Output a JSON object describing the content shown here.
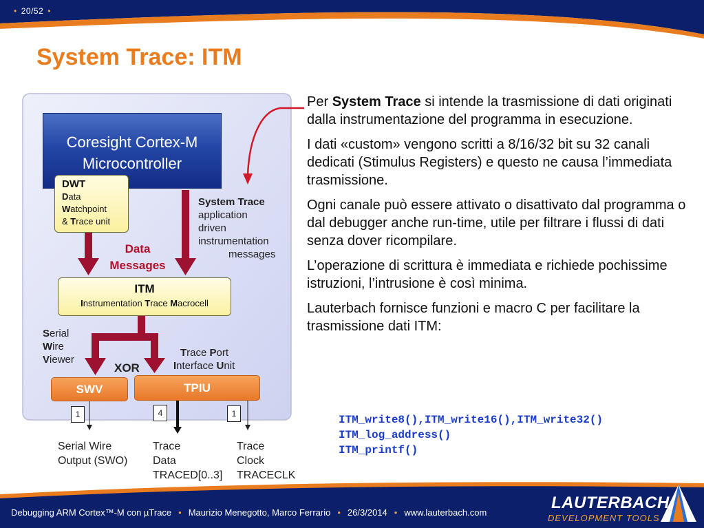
{
  "header": {
    "page_current": "20",
    "page_separator": "/",
    "page_total": "52"
  },
  "title": "System Trace: ITM",
  "chart_data": {
    "type": "diagram",
    "blocks": {
      "coresight_line1": "Coresight Cortex-M",
      "coresight_line2": "Microcontroller",
      "dwt_title": "DWT",
      "dwt_l1_b": "D",
      "dwt_l1_r": "ata",
      "dwt_l2_b": "W",
      "dwt_l2_r": "atchpoint",
      "dwt_l3_a": "& ",
      "dwt_l3_b": "T",
      "dwt_l3_r": "race unit",
      "itm_title": "ITM",
      "itm_s1_b": "I",
      "itm_s1_r": "nstrumentation ",
      "itm_s2_b": "T",
      "itm_s2_r": "race ",
      "itm_s3_b": "M",
      "itm_s3_r": "acrocell",
      "swv": "SWV",
      "tpiu": "TPIU"
    },
    "labels": {
      "data_messages_1": "Data",
      "data_messages_2": "Messages",
      "system_trace_bold": "System Trace",
      "system_trace_2": "application",
      "system_trace_3": "driven",
      "system_trace_4": "instrumentation",
      "system_trace_5": "messages",
      "serial_b1": "S",
      "serial_r1": "erial",
      "wire_b": "W",
      "wire_r": "ire",
      "viewer_b": "V",
      "viewer_r": "iewer",
      "xor": "XOR",
      "tpi_b1": "T",
      "tpi_r1": "race ",
      "tpi_b2": "P",
      "tpi_r2": "ort",
      "tpi_b3": "I",
      "tpi_r3": "nterface ",
      "tpi_b4": "U",
      "tpi_r4": "nit",
      "pin_swo_count": "1",
      "pin_data_count": "4",
      "pin_clock_count": "1",
      "out_swo_1": "Serial Wire",
      "out_swo_2": "Output (SWO)",
      "out_data_1": "Trace",
      "out_data_2": "Data",
      "out_data_3": "TRACED[0..3]",
      "out_clk_1": "Trace",
      "out_clk_2": "Clock",
      "out_clk_3": "TRACECLK"
    },
    "colors": {
      "accent": "#e87c1e",
      "arrow_red": "#9c1230",
      "code_blue": "#1a3cc8",
      "navy": "#0f2470"
    }
  },
  "body": {
    "p1_a": "Per ",
    "p1_bold": "System Trace",
    "p1_b": " si intende la trasmissione di dati originati dalla instrumentazione del programma in esecuzione.",
    "p2": "I dati «custom» vengono scritti a 8/16/32 bit su 32 canali dedicati (Stimulus Registers) e questo ne causa l’immediata trasmissione.",
    "p3": "Ogni canale può essere attivato o disattivato dal programma o dal debugger anche run-time, utile per filtrare i flussi di dati senza dover ricompilare.",
    "p4": "L’operazione di scrittura è immediata e richiede pochissime istruzioni, l’intrusione è così minima.",
    "p5": "Lauterbach fornisce funzioni e macro C per facilitare la trasmissione dati ITM:",
    "code": [
      "ITM_write8(),ITM_write16(),ITM_write32()",
      "ITM_log_address()",
      "ITM_printf()"
    ]
  },
  "footer": {
    "course": "Debugging ARM Cortex™-M con µTrace",
    "authors": "Maurizio Menegotto, Marco Ferrario",
    "date": "26/3/2014",
    "url": "www.lauterbach.com",
    "logo_name": "LAUTERBACH",
    "logo_sub": "DEVELOPMENT TOOLS"
  }
}
